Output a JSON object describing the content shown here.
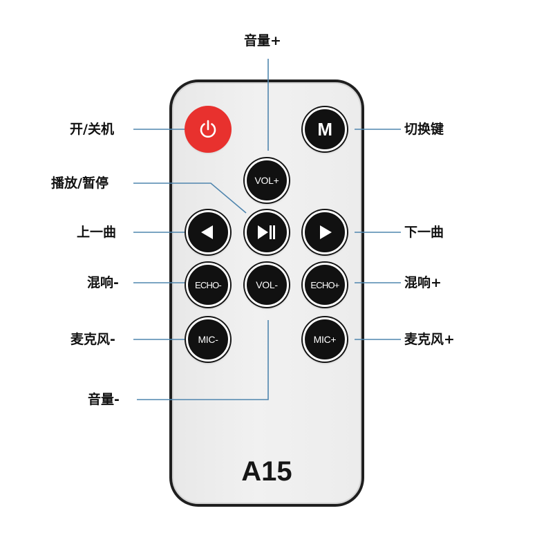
{
  "model": "A15",
  "colors": {
    "power": "#e8312e",
    "button": "#111111",
    "remote_body": "#efefef",
    "leader_line": "#4f85ae"
  },
  "buttons": {
    "power": {
      "icon": "power-icon"
    },
    "mode": {
      "label": "M"
    },
    "vol_up": {
      "label": "VOL+"
    },
    "prev": {
      "icon": "triangle-left-icon"
    },
    "play_pause": {
      "icon": "play-pause-icon"
    },
    "next": {
      "icon": "triangle-right-icon"
    },
    "echo_down": {
      "label": "ECHO-"
    },
    "vol_down": {
      "label": "VOL-"
    },
    "echo_up": {
      "label": "ECHO+"
    },
    "mic_down": {
      "label": "MIC-"
    },
    "mic_up": {
      "label": "MIC+"
    }
  },
  "callouts": {
    "vol_up": "音量+",
    "power": "开/关机",
    "mode": "切换键",
    "play_pause": "播放/暂停",
    "prev": "上一曲",
    "next": "下一曲",
    "echo_down": "混响-",
    "echo_up": "混响+",
    "mic_down": "麦克风-",
    "mic_up": "麦克风+",
    "vol_down": "音量-"
  }
}
